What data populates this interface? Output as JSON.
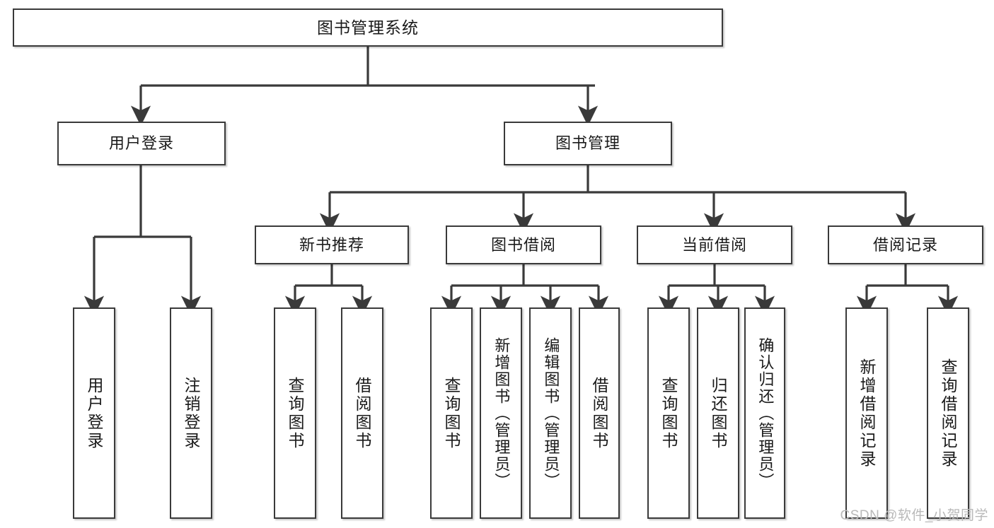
{
  "diagram": {
    "title": "图书管理系统",
    "watermark": "CSDN @软件_小贺同学",
    "colors": {
      "border": "#3a3a3a",
      "background": "#ffffff",
      "text": "#1a1a1a",
      "edge": "#3a3a3a",
      "watermark": "#b9b9b9"
    },
    "levels": {
      "root": "图书管理系统",
      "level2": [
        {
          "label": "用户登录"
        },
        {
          "label": "图书管理"
        }
      ],
      "level3": [
        {
          "label": "新书推荐"
        },
        {
          "label": "图书借阅"
        },
        {
          "label": "当前借阅"
        },
        {
          "label": "借阅记录"
        }
      ]
    },
    "leaves": {
      "user_login": [
        {
          "label": "用户登录"
        },
        {
          "label": "注销登录"
        }
      ],
      "new_book_recommend": [
        {
          "label": "查询图书"
        },
        {
          "label": "借阅图书"
        }
      ],
      "book_borrow": [
        {
          "label": "查询图书"
        },
        {
          "label": "新增图书（管理员）"
        },
        {
          "label": "编辑图书（管理员）"
        },
        {
          "label": "借阅图书"
        }
      ],
      "current_borrow": [
        {
          "label": "查询图书"
        },
        {
          "label": "归还图书"
        },
        {
          "label": "确认归还（管理员）"
        }
      ],
      "borrow_record": [
        {
          "label": "新增借阅记录"
        },
        {
          "label": "查询借阅记录"
        }
      ]
    }
  }
}
